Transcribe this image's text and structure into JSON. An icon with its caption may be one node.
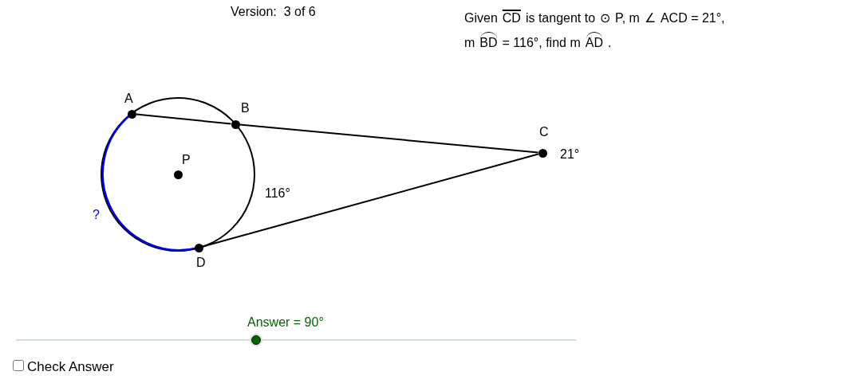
{
  "diagram": {
    "nodes": [
      {
        "text": [],
        "shape": "circle",
        "beside": [
          "A"
        ]
      },
      {
        "text": [],
        "shape": "circle",
        "beside": [
          "B"
        ]
      },
      {
        "text": [],
        "shape": "circle",
        "beside": [
          "C"
        ]
      },
      {
        "text": [],
        "shape": "circle",
        "beside": [
          "D"
        ]
      },
      {
        "text": [],
        "shape": "circle",
        "beside": [
          "P"
        ]
      }
    ],
    "edges": [
      {
        "from": 0,
        "to": 1,
        "arrow": "none"
      },
      {
        "from": 1,
        "to": 2,
        "arrow": "none"
      },
      {
        "from": 2,
        "to": 3,
        "arrow": "none"
      }
    ],
    "labels": [
      "Version:  3 of 6",
      "Given",
      "CD",
      "is tangent to",
      "⊙",
      "P, m",
      "∠",
      "ACD = 21°,",
      "m",
      "BD",
      "= 116°, find m",
      "AD",
      ".",
      "21°",
      "116°",
      "?",
      "Answer = 90°",
      "Check Answer"
    ]
  }
}
